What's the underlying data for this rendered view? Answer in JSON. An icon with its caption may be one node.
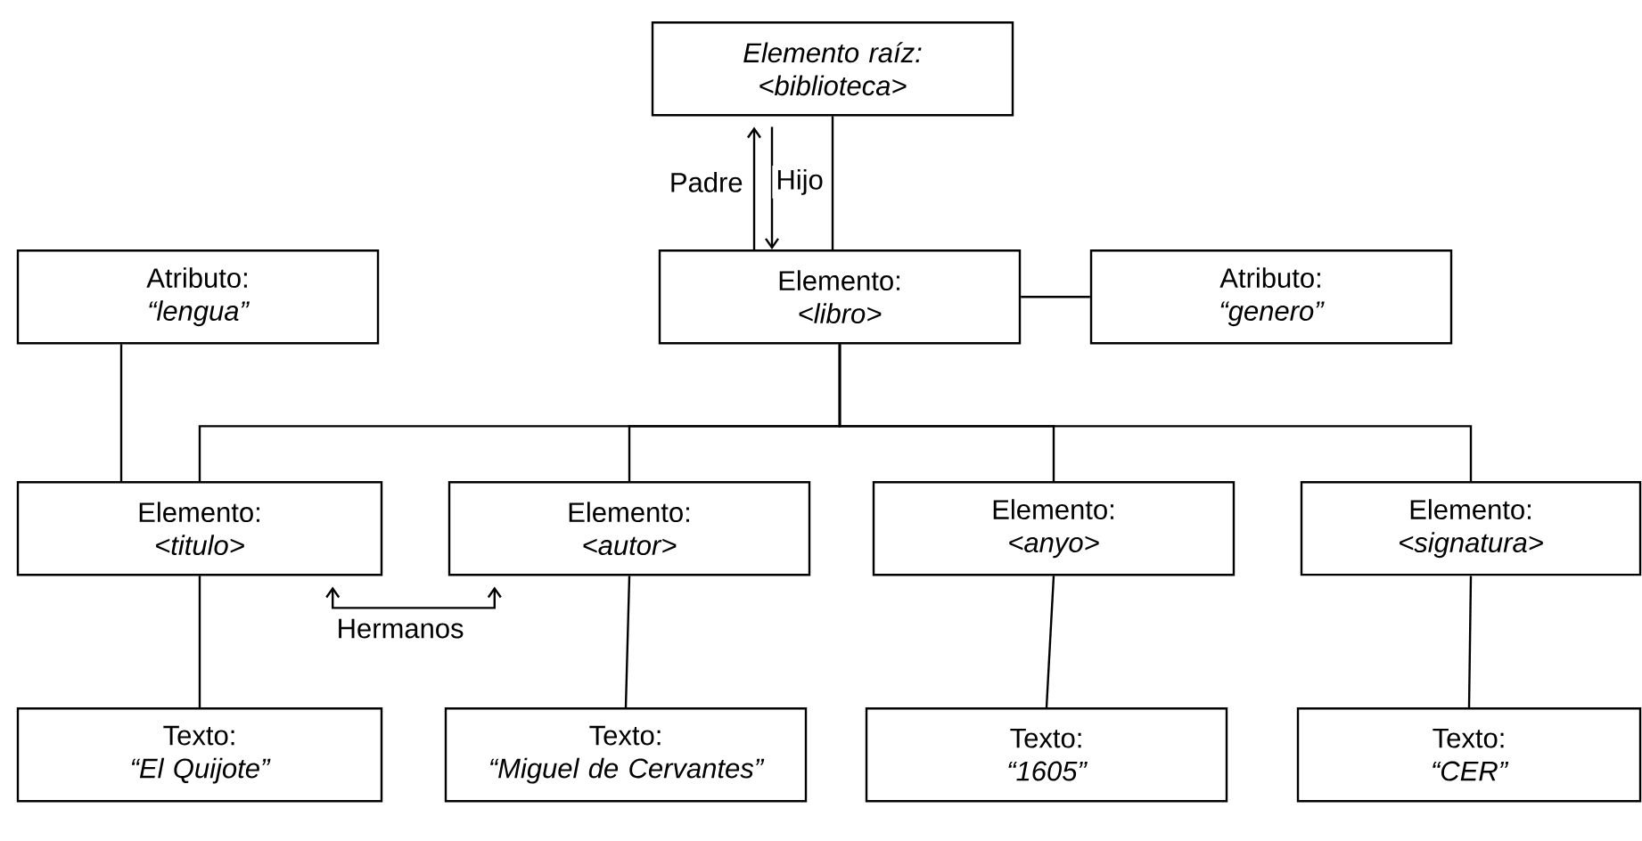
{
  "diagram": {
    "nodes": [
      {
        "text": [
          "Elemento raíz:",
          "<biblioteca>"
        ]
      },
      {
        "text": [
          "Elemento:",
          "<libro>"
        ]
      },
      {
        "text": [
          "Atributo:",
          "“lengua”"
        ]
      },
      {
        "text": [
          "Atributo:",
          "“genero”"
        ]
      },
      {
        "text": [
          "Elemento:",
          "<titulo>"
        ]
      },
      {
        "text": [
          "Elemento:",
          "<autor>"
        ]
      },
      {
        "text": [
          "Elemento:",
          "<anyo>"
        ]
      },
      {
        "text": [
          "Elemento:",
          "<signatura>"
        ]
      },
      {
        "text": [
          "Texto:",
          "“El Quijote”"
        ]
      },
      {
        "text": [
          "Texto:",
          "“Miguel de Cervantes”"
        ]
      },
      {
        "text": [
          "Texto:",
          "“1605”"
        ]
      },
      {
        "text": [
          "Texto:",
          "“CER”"
        ]
      }
    ],
    "edges": [
      {
        "from": 0,
        "to": 1,
        "arrow": "none"
      },
      {
        "from": 1,
        "to": 0,
        "arrow": "to",
        "label": "Padre"
      },
      {
        "from": 0,
        "to": 1,
        "arrow": "to",
        "label": "Hijo"
      },
      {
        "from": 1,
        "to": 3,
        "arrow": "none"
      },
      {
        "from": 2,
        "to": 4,
        "arrow": "none"
      },
      {
        "from": 1,
        "to": 4,
        "arrow": "none"
      },
      {
        "from": 1,
        "to": 5,
        "arrow": "none"
      },
      {
        "from": 1,
        "to": 6,
        "arrow": "none"
      },
      {
        "from": 1,
        "to": 7,
        "arrow": "none"
      },
      {
        "from": 4,
        "to": 8,
        "arrow": "none"
      },
      {
        "from": 5,
        "to": 9,
        "arrow": "none"
      },
      {
        "from": 6,
        "to": 10,
        "arrow": "none"
      },
      {
        "from": 7,
        "to": 11,
        "arrow": "none"
      },
      {
        "from": 4,
        "to": 5,
        "arrow": "both",
        "label": "Hermanos"
      }
    ]
  }
}
